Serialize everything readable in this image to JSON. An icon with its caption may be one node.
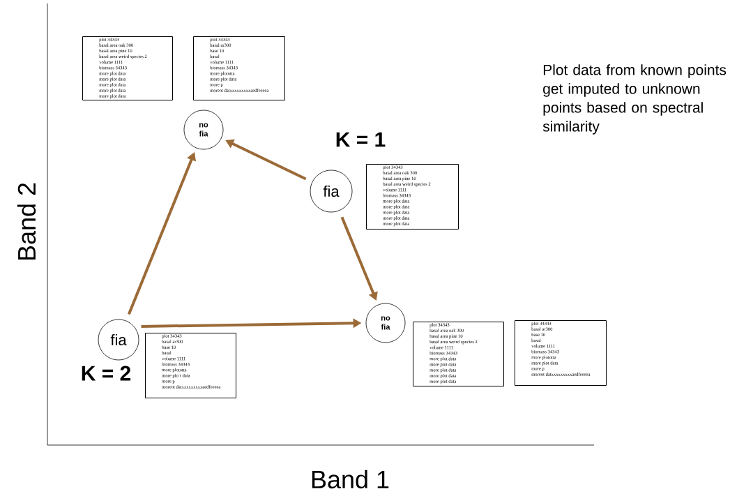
{
  "diagram": {
    "nodes": [
      {
        "text": [
          "plot 34343",
          "basal area oak 300",
          "basal area pine 10",
          "basal area weird species 2",
          "volume 1111",
          "biomass 34343",
          "more plot data",
          "more plot data",
          "more plot data",
          "more plot data",
          "more plot data"
        ]
      },
      {
        "text": [
          "plot 34343",
          "basal ar300",
          "base 10",
          "basal",
          "volume 1111",
          "biomass 34343",
          "more plototta",
          "more plot data",
          "more p",
          "moreot datxxxxxxxxxaedfeeeea"
        ]
      },
      {
        "text": [
          "no fia"
        ]
      },
      {
        "text": [
          "fia"
        ],
        "beside": [
          "K = 1"
        ]
      },
      {
        "text": [
          "plot 34343",
          "basal area oak 300",
          "basal area pine 10",
          "basal area weird species 2",
          "volume 1111",
          "biomass 34343",
          "more plot data",
          "more plot data",
          "more plot data",
          "more plot data",
          "more plot data"
        ]
      },
      {
        "text": [
          "fia"
        ],
        "beside": [
          "K = 2"
        ]
      },
      {
        "text": [
          "plot 34343",
          "basal ar300",
          "base 10",
          "basal",
          "volume 1111",
          "biomass 34343",
          "more plototta",
          "more plo`t data",
          "more p",
          "moreot datxxxxxxxxxaedfeeeea"
        ]
      },
      {
        "text": [
          "no fia"
        ]
      },
      {
        "text": [
          "plot 34343",
          "basal area oak 300",
          "basal area pine 10",
          "basal area weird species 2",
          "volume 1111",
          "biomass 34343",
          "more plot data",
          "more plot data",
          "more plot data",
          "more plot data",
          "more plot data"
        ]
      },
      {
        "text": [
          "plot 34343",
          "basal ar300",
          "base 10",
          "basal",
          "volume 1111",
          "biomass 34343",
          "more plototta",
          "more plot data",
          "more p",
          "moreot datxxxxxxxxxaedfeeeea"
        ]
      }
    ],
    "edges": [
      {
        "from": 3,
        "to": 2,
        "arrow": "to"
      },
      {
        "from": 3,
        "to": 7,
        "arrow": "to"
      },
      {
        "from": 5,
        "to": 2,
        "arrow": "to"
      },
      {
        "from": 5,
        "to": 7,
        "arrow": "to"
      }
    ],
    "labels": [
      "Plot data from known points get imputed to unknown points based on spectral similarity",
      "Band 2",
      "Band 1"
    ]
  }
}
